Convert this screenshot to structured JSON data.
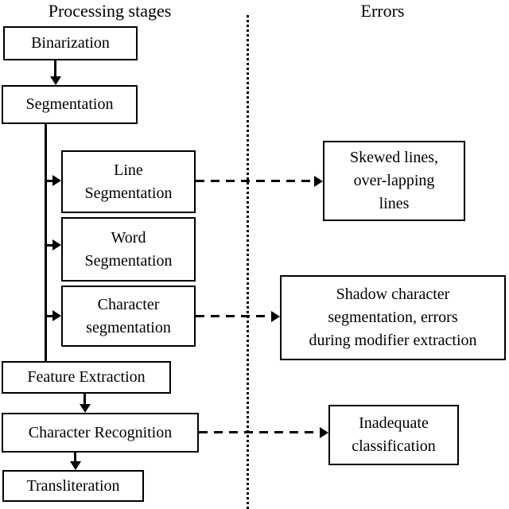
{
  "diagram": {
    "column_headers": {
      "left": "Processing stages",
      "right": "Errors"
    },
    "stages": {
      "binarization": "Binarization",
      "segmentation": "Segmentation",
      "line_segmentation": "Line\nSegmentation",
      "word_segmentation": "Word\nSegmentation",
      "character_segmentation": "Character\nsegmentation",
      "feature_extraction": "Feature Extraction",
      "character_recognition": "Character Recognition",
      "transliteration": "Transliteration"
    },
    "errors": {
      "line_segmentation_errors": "Skewed lines,\nover-lapping\nlines",
      "character_segmentation_errors": "Shadow character\nsegmentation, errors\nduring modifier extraction",
      "character_recognition_errors": "Inadequate\nclassification"
    },
    "colors": {
      "line": "#000000",
      "background": "#ffffff"
    }
  }
}
